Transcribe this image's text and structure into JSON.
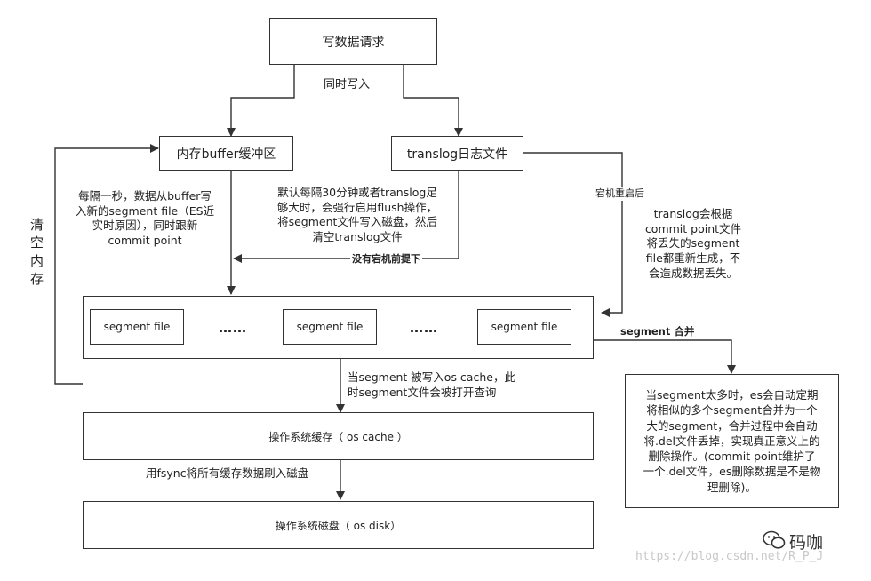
{
  "nodes": {
    "write_request": "写数据请求",
    "memory_buffer": "内存buffer缓冲区",
    "translog": "translog日志文件",
    "segment_file_1": "segment file",
    "segment_file_2": "segment file",
    "segment_file_3": "segment file",
    "ellipsis_1": "……",
    "ellipsis_2": "……",
    "os_cache": "操作系统缓存（ os cache ）",
    "os_disk": "操作系统磁盘（ os disk）",
    "merge_note": [
      "当segment太多时，es会自动定期",
      "将相似的多个segment合并为一个",
      "大的segment，合并过程中会自动",
      "将.del文件丢掉，实现真正意义上的",
      "删除操作。(commit point维护了",
      "一个.del文件，es删除数据是不是物",
      "理删除)。"
    ]
  },
  "labels": {
    "simultaneous_write": "同时写入",
    "clear_memory": [
      "清",
      "空",
      "内",
      "存"
    ],
    "every_second": [
      "每隔一秒，数据从buffer写",
      "入新的segment file（ES近",
      "实时原因），同时跟新",
      "commit point"
    ],
    "flush": [
      "默认每隔30分钟或者translog足",
      "够大时，会强行启用flush操作，",
      "将segment文件写入磁盘，然后",
      "清空translog文件"
    ],
    "no_crash": "没有宕机前提下",
    "after_crash": "宕机重启后",
    "translog_recover": [
      "translog会根据",
      "commit point文件",
      "将丢失的segment",
      "file都重新生成，不",
      "会造成数据丢失。"
    ],
    "segment_merge": "segment 合并",
    "os_cache_note": [
      "当segment 被写入os cache，此",
      "时segment文件会被打开查询"
    ],
    "fsync": "用fsync将所有缓存数据刷入磁盘"
  },
  "watermark": {
    "brand": "码咖",
    "url": "https://blog.csdn.net/R_P_J"
  }
}
